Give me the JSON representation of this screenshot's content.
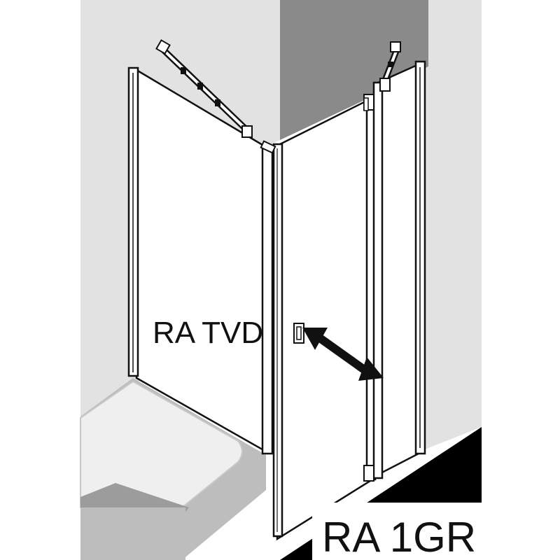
{
  "labels": {
    "left_panel": "RA TVD",
    "product_code": "RA 1GR"
  },
  "colors": {
    "wall_light": "#e4e4e4",
    "wall_dark": "#8c8c8c",
    "floor_tray": "#b8b8b8",
    "floor_black": "#000000",
    "glass": "#ffffff",
    "line": "#111111"
  },
  "icons": {
    "motion_arrow": "double-headed-arrow",
    "handle": "door-handle"
  }
}
